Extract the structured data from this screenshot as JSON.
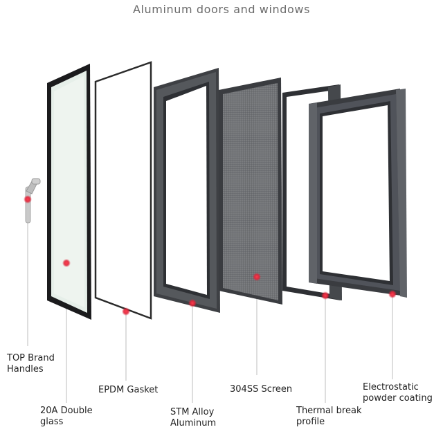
{
  "title": "Aluminum doors and windows",
  "labels": {
    "handles": [
      "TOP Brand",
      "Handles"
    ],
    "glass": [
      "20A Double",
      "glass"
    ],
    "gasket": [
      "EPDM Gasket"
    ],
    "alloy": [
      "STM Alloy",
      "Aluminum"
    ],
    "screen": [
      "304SS Screen"
    ],
    "thermal": [
      "Thermal break",
      "profile"
    ],
    "coating": [
      "Electrostatic",
      "powder coating"
    ]
  },
  "colors": {
    "marker": "#e0253a",
    "frame_dark": "#3a3c40",
    "frame_mid": "#55585c",
    "glass": "#e6efe9",
    "screen": "#6f7174",
    "leader": "#c8c8c8"
  }
}
